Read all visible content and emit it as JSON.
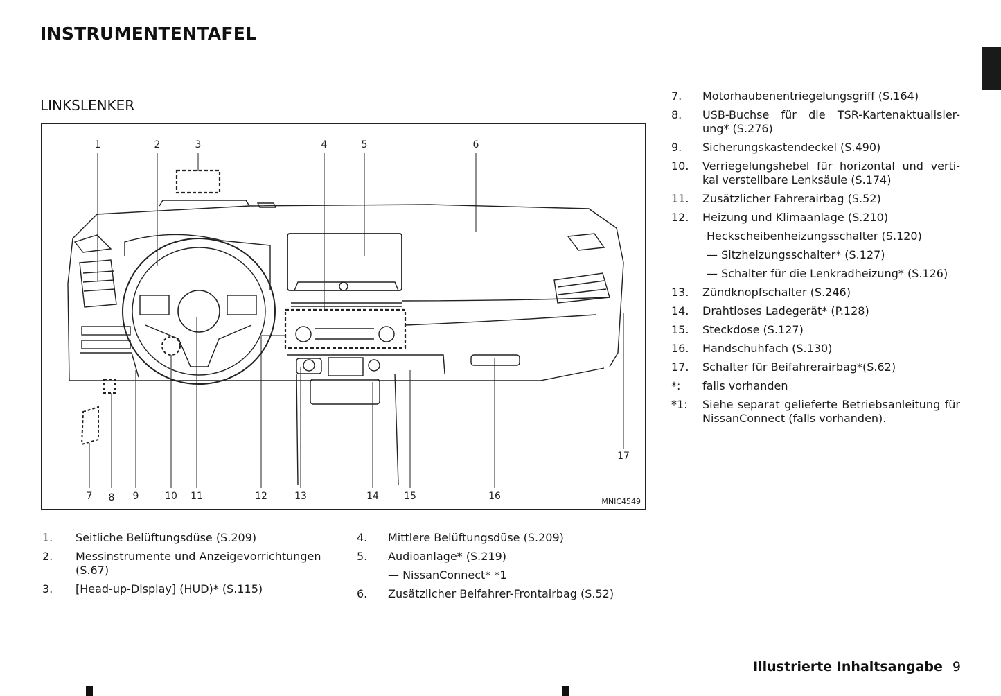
{
  "page": {
    "title": "INSTRUMENTENTAFEL",
    "section_title": "LINKSLENKER",
    "footer_title": "Illustrierte Inhaltsangabe",
    "page_number": "9"
  },
  "figure": {
    "code": "MNIC4549",
    "callouts_top": [
      "1",
      "2",
      "3",
      "4",
      "5",
      "6"
    ],
    "callouts_bottom": [
      "7",
      "8",
      "9",
      "10",
      "11",
      "12",
      "13",
      "14",
      "15",
      "16"
    ],
    "callout_side": "17"
  },
  "legend_left": [
    {
      "num": "1.",
      "text": "Seitliche Belüftungsdüse (S.209)"
    },
    {
      "num": "2.",
      "text": "Messinstrumente und Anzeigevorrichtungen (S.67)"
    },
    {
      "num": "3.",
      "text": "[Head-up-Display] (HUD)* (S.115)"
    }
  ],
  "legend_mid": [
    {
      "num": "4.",
      "text": "Mittlere Belüftungsdüse (S.209)"
    },
    {
      "num": "5.",
      "text": "Audioanlage* (S.219)",
      "sub": "— NissanConnect* *1"
    },
    {
      "num": "6.",
      "text": "Zusätzlicher Beifahrer-Frontairbag (S.52)"
    }
  ],
  "legend_right": [
    {
      "num": "7.",
      "text": "Motorhaubenentriegelungsgriff (S.164)"
    },
    {
      "num": "8.",
      "text": "USB-Buchse für die TSR-Kartenaktualisier-ung* (S.276)"
    },
    {
      "num": "9.",
      "text": "Sicherungskastendeckel (S.490)"
    },
    {
      "num": "10.",
      "text": "Verriegelungshebel für horizontal und verti-kal verstellbare Lenksäule (S.174)"
    },
    {
      "num": "11.",
      "text": "Zusätzlicher Fahrerairbag (S.52)"
    },
    {
      "num": "12.",
      "text": "Heizung und Klimaanlage (S.210)",
      "subs": [
        "Heckscheibenheizungsschalter (S.120)",
        "— Sitzheizungsschalter* (S.127)",
        "— Schalter für die Lenkradheizung* (S.126)"
      ]
    },
    {
      "num": "13.",
      "text": "Zündknopfschalter (S.246)"
    },
    {
      "num": "14.",
      "text": "Drahtloses Ladegerät* (P.128)"
    },
    {
      "num": "15.",
      "text": "Steckdose (S.127)"
    },
    {
      "num": "16.",
      "text": "Handschuhfach (S.130)"
    },
    {
      "num": "17.",
      "text": "Schalter für Beifahrerairbag*(S.62)"
    },
    {
      "num": "*:",
      "text": "falls vorhanden"
    },
    {
      "num": "*1:",
      "text": "Siehe separat gelieferte Betriebsanleitung für NissanConnect (falls vorhanden)."
    }
  ],
  "colors": {
    "ink": "#1a1a1a",
    "tab": "#1a1a1a"
  }
}
